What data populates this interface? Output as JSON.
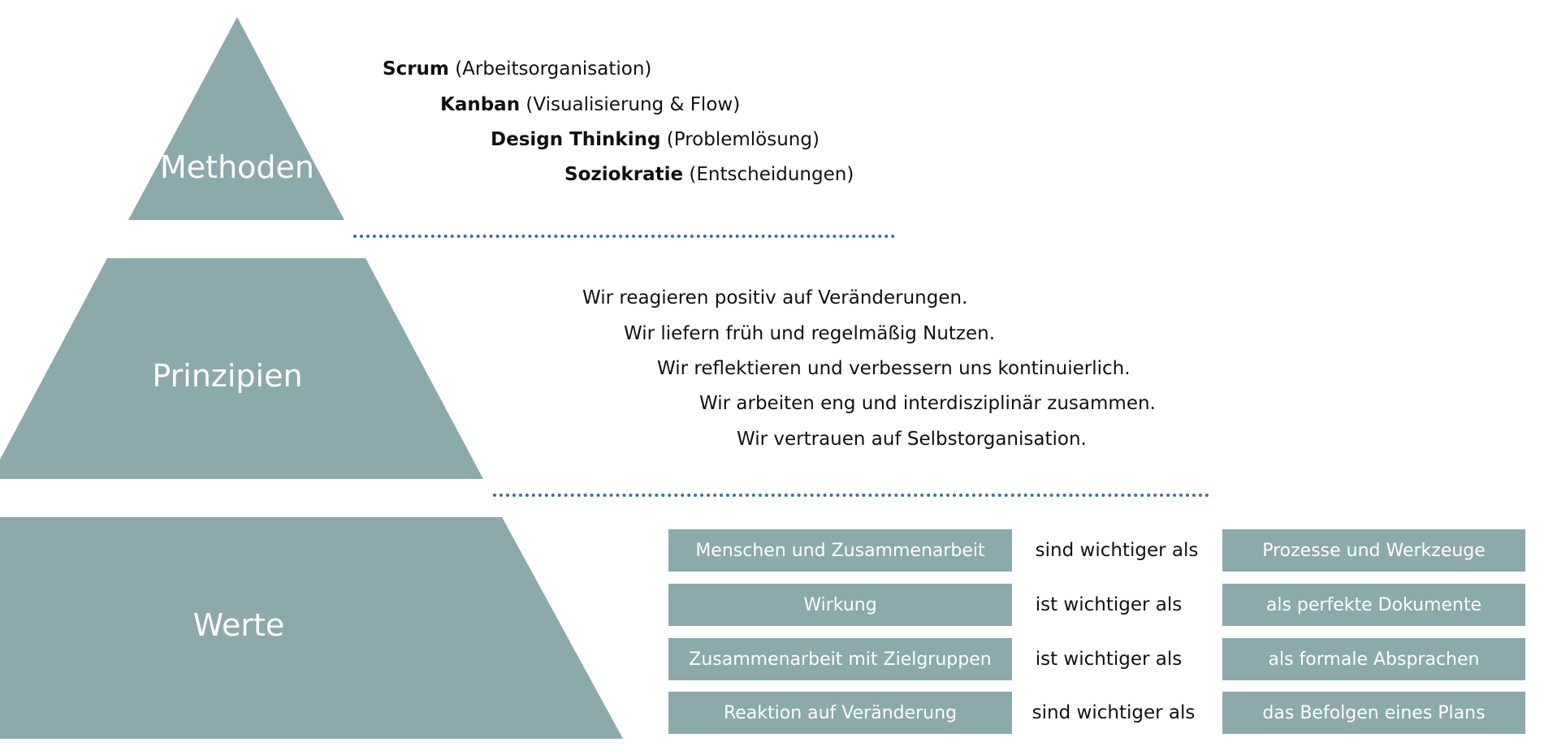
{
  "colors": {
    "shape": "#8ca9ac",
    "divider": "#3a6ea5"
  },
  "levels": {
    "methods": "Methoden",
    "principles": "Prinzipien",
    "values": "Werte"
  },
  "methods": [
    {
      "name": "Scrum",
      "desc": "(Arbeitsorganisation)"
    },
    {
      "name": "Kanban",
      "desc": "(Visualisierung & Flow)"
    },
    {
      "name": "Design Thinking",
      "desc": "(Problemlösung)"
    },
    {
      "name": "Soziokratie",
      "desc": "(Entscheidungen)"
    }
  ],
  "principles": [
    "Wir reagieren positiv auf Veränderungen.",
    "Wir liefern früh und regelmäßig Nutzen.",
    "Wir reflektieren und verbessern uns kontinuierlich.",
    "Wir arbeiten eng und interdisziplinär zusammen.",
    "Wir vertrauen auf Selbstorganisation."
  ],
  "values": [
    {
      "left": "Menschen und Zusammenarbeit",
      "mid": "sind wichtiger als",
      "right": "Prozesse und Werkzeuge"
    },
    {
      "left": "Wirkung",
      "mid": "ist wichtiger als",
      "right": "als perfekte Dokumente"
    },
    {
      "left": "Zusammenarbeit mit Zielgruppen",
      "mid": "ist wichtiger als",
      "right": "als formale Absprachen"
    },
    {
      "left": "Reaktion auf Veränderung",
      "mid": "sind wichtiger als",
      "right": "das Befolgen eines Plans"
    }
  ]
}
